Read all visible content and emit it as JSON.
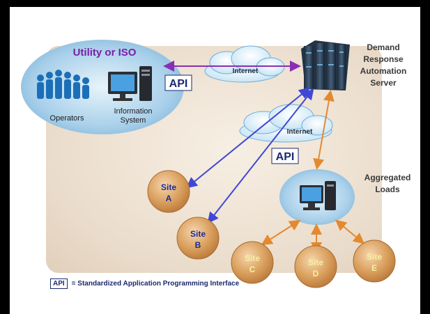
{
  "utility": {
    "title": "Utility or ISO",
    "operators_label": "Operators",
    "info_line1": "Information",
    "info_line2": "System"
  },
  "api_label": "API",
  "internet_label": "Internet",
  "server": {
    "line1": "Demand",
    "line2": "Response",
    "line3": "Automation",
    "line4": "Server"
  },
  "aggregated": {
    "line1": "Aggregated",
    "line2": "Loads"
  },
  "sites": [
    {
      "line1": "Site",
      "line2": "A"
    },
    {
      "line1": "Site",
      "line2": "B"
    },
    {
      "line1": "Site",
      "line2": "C"
    },
    {
      "line1": "Site",
      "line2": "D"
    },
    {
      "line1": "Site",
      "line2": "E"
    }
  ],
  "legend": {
    "chip": "API",
    "text": "= Standardized Application Programming Interface"
  },
  "colors": {
    "purple_arrow": "#8a2fb3",
    "blue_arrow": "#3f48d6",
    "orange_arrow": "#e3892f",
    "site_fill": "#d99e5c",
    "site_text_blue": "#1a2a9c",
    "site_text_orange": "#f5f0a0",
    "utility_title": "#7a1fa8",
    "api_blue": "#1a2a6e"
  }
}
